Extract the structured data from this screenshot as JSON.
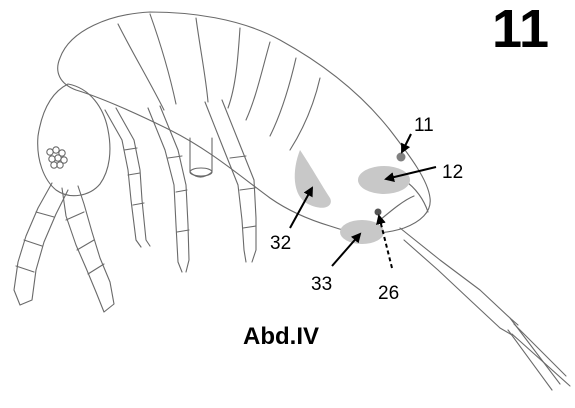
{
  "figure": {
    "number": "11",
    "caption": "Abd.IV"
  },
  "labels": {
    "l11": "11",
    "l12": "12",
    "l26": "26",
    "l32": "32",
    "l33": "33"
  },
  "colors": {
    "outline": "#6a6a6a",
    "shading": "#c8c8c8",
    "chaeta": "#808080",
    "arrow": "#000000"
  }
}
